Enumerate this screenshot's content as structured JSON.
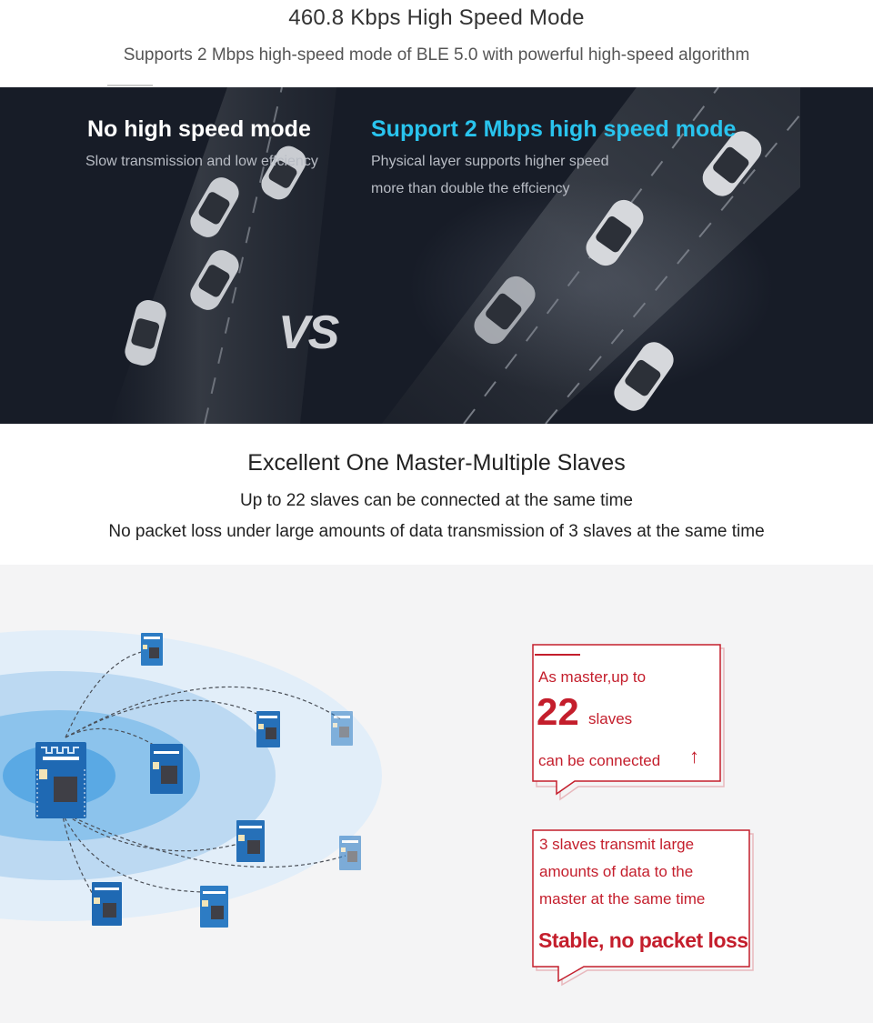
{
  "speed_section": {
    "title": "460.8 Kbps High Speed Mode",
    "subtitle": "Supports 2 Mbps high-speed mode of BLE 5.0 with powerful high-speed algorithm"
  },
  "comparison": {
    "left_title": "No high speed mode",
    "left_subtitle": "Slow transmission and low effciency",
    "right_title": "Support 2 Mbps high speed mode",
    "right_line1": "Physical layer supports higher speed",
    "right_line2": "more than double the effciency",
    "vs_label": "VS",
    "colors": {
      "banner_bg": "#171c27",
      "accent": "#29c4ee"
    }
  },
  "master_section": {
    "title": "Excellent One Master-Multiple Slaves",
    "line1": "Up to 22 slaves can be connected at the same time",
    "line2": "No packet loss under large amounts of data transmission of 3 slaves at the same time"
  },
  "callout_master": {
    "line1": "As master,up to",
    "number": "22",
    "unit": "slaves",
    "line3": "can be connected",
    "arrow_icon": "up-arrow"
  },
  "callout_stable": {
    "line1": "3 slaves transmit large",
    "line2": "amounts of data to the",
    "line3": "master at the same time",
    "emphasis": "Stable, no packet loss"
  },
  "colors": {
    "callout_red": "#c41e2c",
    "module_blue": "#1f69b3",
    "wave_blue": "#cfe4f7"
  }
}
